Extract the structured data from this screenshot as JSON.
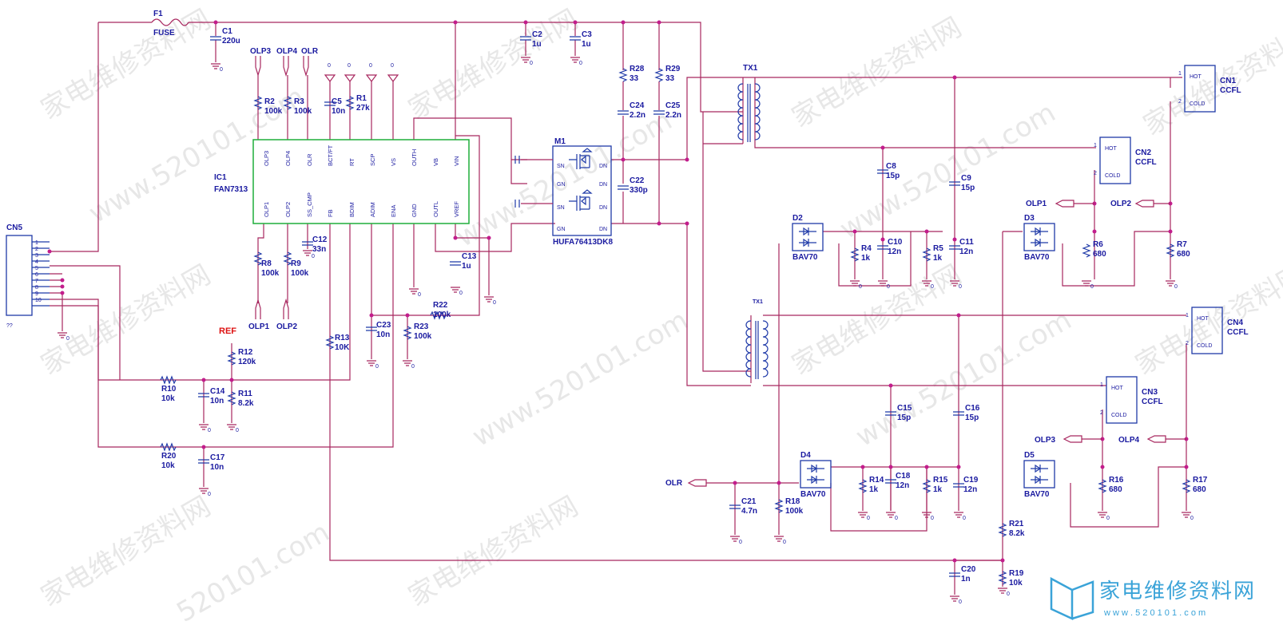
{
  "watermark": {
    "text_cn": "家电维修资料网",
    "text_url": "www.520101.com",
    "text_url_short": "520101.com"
  },
  "logo": {
    "cn": "家电维修资料网",
    "url": "w w w . 5 2 0 1 0 1 . c o m"
  },
  "ic1": {
    "ref": "IC1",
    "part": "FAN7313",
    "top_pins": [
      "OLP3",
      "OLP4",
      "OLR",
      "BCT/FT",
      "RT",
      "SCP",
      "VS",
      "OUTH",
      "VB",
      "VIN"
    ],
    "bottom_pins": [
      "OLP1",
      "OLP2",
      "SS_CMP",
      "FB",
      "BDIM",
      "ADIM",
      "ENA",
      "GND",
      "OUTL",
      "VREF"
    ]
  },
  "m1": {
    "ref": "M1",
    "part": "HUFA76413DK8",
    "pin_sn": "SN",
    "pin_gn": "GN",
    "pin_dn": "DN"
  },
  "fuse": {
    "ref": "F1",
    "value": "FUSE"
  },
  "cn5": {
    "ref": "CN5",
    "value": "??",
    "pins": [
      "1",
      "2",
      "3",
      "4",
      "5",
      "6",
      "7",
      "8",
      "9",
      "10"
    ]
  },
  "tx_top": {
    "ref": "TX1"
  },
  "tx_bottom": {
    "ref": "TX1"
  },
  "ccfl": [
    {
      "ref": "CN1",
      "type": "CCFL",
      "hot": "HOT",
      "cold": "COLD",
      "p1": "1",
      "p2": "2"
    },
    {
      "ref": "CN2",
      "type": "CCFL",
      "hot": "HOT",
      "cold": "COLD",
      "p1": "1",
      "p2": "2"
    },
    {
      "ref": "CN3",
      "type": "CCFL",
      "hot": "HOT",
      "cold": "COLD",
      "p1": "1",
      "p2": "2"
    },
    {
      "ref": "CN4",
      "type": "CCFL",
      "hot": "HOT",
      "cold": "COLD",
      "p1": "1",
      "p2": "2"
    }
  ],
  "diodes": [
    {
      "ref": "D2",
      "part": "BAV70"
    },
    {
      "ref": "D3",
      "part": "BAV70"
    },
    {
      "ref": "D4",
      "part": "BAV70"
    },
    {
      "ref": "D5",
      "part": "BAV70"
    }
  ],
  "nets": {
    "olp1": "OLP1",
    "olp2": "OLP2",
    "olp3": "OLP3",
    "olp4": "OLP4",
    "olr": "OLR",
    "ref": "REF",
    "gnd": "0"
  },
  "components": [
    {
      "ref": "C1",
      "value": "220u"
    },
    {
      "ref": "C2",
      "value": "1u"
    },
    {
      "ref": "C3",
      "value": "1u"
    },
    {
      "ref": "R28",
      "value": "33"
    },
    {
      "ref": "R29",
      "value": "33"
    },
    {
      "ref": "C24",
      "value": "2.2n"
    },
    {
      "ref": "C25",
      "value": "2.2n"
    },
    {
      "ref": "C22",
      "value": "330p"
    },
    {
      "ref": "R2",
      "value": "100k"
    },
    {
      "ref": "R3",
      "value": "100k"
    },
    {
      "ref": "C5",
      "value": "10n"
    },
    {
      "ref": "R1",
      "value": "27k"
    },
    {
      "ref": "R8",
      "value": "100k"
    },
    {
      "ref": "R9",
      "value": "100k"
    },
    {
      "ref": "C12",
      "value": "33n"
    },
    {
      "ref": "C13",
      "value": "1u"
    },
    {
      "ref": "R22",
      "value": "100k"
    },
    {
      "ref": "C23",
      "value": "10n"
    },
    {
      "ref": "R23",
      "value": "100k"
    },
    {
      "ref": "R13",
      "value": "10K"
    },
    {
      "ref": "R12",
      "value": "120k"
    },
    {
      "ref": "R10",
      "value": "10k"
    },
    {
      "ref": "C14",
      "value": "10n"
    },
    {
      "ref": "R11",
      "value": "8.2k"
    },
    {
      "ref": "R20",
      "value": "10k"
    },
    {
      "ref": "C17",
      "value": "10n"
    },
    {
      "ref": "C8",
      "value": "15p"
    },
    {
      "ref": "C9",
      "value": "15p"
    },
    {
      "ref": "R4",
      "value": "1k"
    },
    {
      "ref": "C10",
      "value": "12n"
    },
    {
      "ref": "R5",
      "value": "1k"
    },
    {
      "ref": "C11",
      "value": "12n"
    },
    {
      "ref": "R6",
      "value": "680"
    },
    {
      "ref": "R7",
      "value": "680"
    },
    {
      "ref": "C15",
      "value": "15p"
    },
    {
      "ref": "C16",
      "value": "15p"
    },
    {
      "ref": "R14",
      "value": "1k"
    },
    {
      "ref": "C18",
      "value": "12n"
    },
    {
      "ref": "R15",
      "value": "1k"
    },
    {
      "ref": "C19",
      "value": "12n"
    },
    {
      "ref": "R16",
      "value": "680"
    },
    {
      "ref": "R17",
      "value": "680"
    },
    {
      "ref": "C21",
      "value": "4.7n"
    },
    {
      "ref": "R18",
      "value": "100k"
    },
    {
      "ref": "R21",
      "value": "8.2k"
    },
    {
      "ref": "C20",
      "value": "1n"
    },
    {
      "ref": "R19",
      "value": "10k"
    }
  ],
  "colors": {
    "wire": "#a8275f",
    "component": "#1f3aa8",
    "label": "#1a1aa0",
    "ic_body": "#1fae3a",
    "ref_net": "#d11111",
    "logo": "#3aa3d8"
  }
}
